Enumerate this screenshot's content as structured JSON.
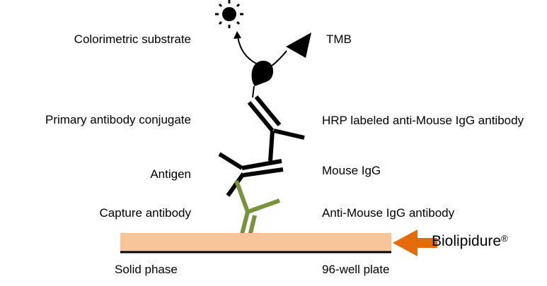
{
  "labels": {
    "colorimetric_substrate": "Colorimetric substrate",
    "primary_antibody_conjugate": "Primary antibody conjugate",
    "antigen": "Antigen",
    "capture_antibody": "Capture antibody",
    "solid_phase": "Solid phase",
    "tmb": "TMB",
    "hrp_labeled": "HRP labeled anti-Mouse IgG antibody",
    "mouse_igg": "Mouse IgG",
    "anti_mouse_igg": "Anti-Mouse IgG antibody",
    "plate": "96-well plate",
    "biolipidure": "Biolipidure",
    "biolipidure_mark": "®"
  },
  "colors": {
    "plate_fill": "#f8c49a",
    "capture_antibody": "#77933c",
    "arrow": "#e46c0a",
    "ink": "#000000"
  },
  "icons": [
    "sun-icon",
    "triangle-icon",
    "enzyme-drop-icon"
  ]
}
